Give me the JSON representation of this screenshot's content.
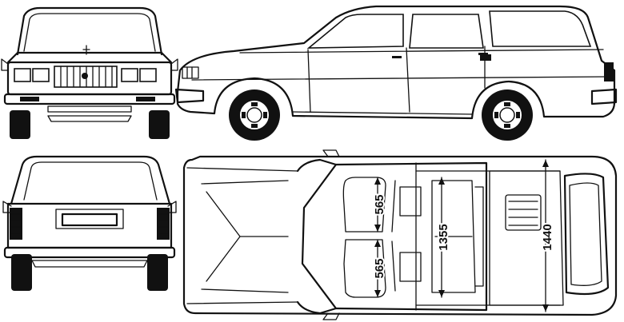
{
  "dimensions": {
    "front_seat_width": "565",
    "rear_seat_width": "565",
    "interior_length": "1355",
    "cargo_length": "1440"
  },
  "colors": {
    "line": "#111111",
    "background": "#ffffff"
  }
}
